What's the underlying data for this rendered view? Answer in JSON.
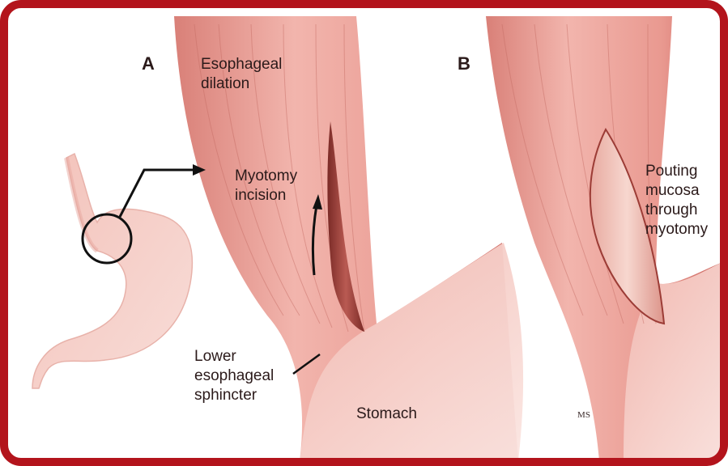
{
  "panel_a": {
    "letter": "A",
    "labels": {
      "esophageal_dilation": "Esophageal\ndilation",
      "myotomy_incision": "Myotomy\nincision",
      "lower_esophageal_sphincter": "Lower\nesophageal\nsphincter",
      "stomach": "Stomach"
    }
  },
  "panel_b": {
    "letter": "B",
    "labels": {
      "pouting_mucosa": "Pouting\nmucosa\nthrough\nmyotomy"
    }
  },
  "signature": "MS",
  "colors": {
    "border": "#b3141c",
    "tissue": "#e9a49d",
    "tissue_dark": "#c9625c",
    "mucosa": "#f1c6bd",
    "line": "#111111"
  }
}
